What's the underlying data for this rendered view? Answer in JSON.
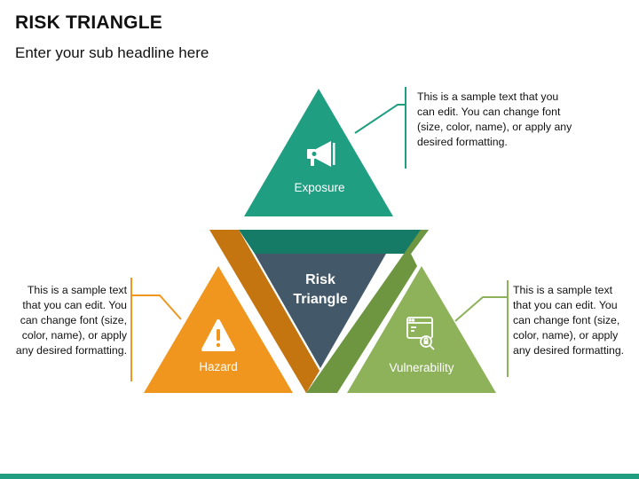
{
  "title": "RISK TRIANGLE",
  "subtitle": "Enter your sub headline here",
  "center": {
    "line1": "Risk",
    "line2": "Triangle"
  },
  "nodes": [
    {
      "label": "Exposure",
      "icon": "megaphone-icon",
      "color": "#1f9e82"
    },
    {
      "label": "Hazard",
      "icon": "warning-icon",
      "color": "#f0961e"
    },
    {
      "label": "Vulnerability",
      "icon": "security-scan-icon",
      "color": "#8db25a"
    }
  ],
  "callouts": {
    "top": "This is a sample text that you can edit. You can change font (size, color, name), or apply any desired formatting.",
    "left": "This is a sample text that you can edit. You can change font (size, color, name), or apply any desired formatting.",
    "right": "This is a sample text that you can edit. You can change font (size, color, name), or apply any desired formatting."
  },
  "colors": {
    "exposure": "#1f9e82",
    "hazard": "#f0961e",
    "vulnerability": "#8db25a",
    "center": "#435868",
    "frame_top": "#157a66",
    "frame_left": "#c57510",
    "frame_right": "#6e9640",
    "bottom_bar": "#1f9e82"
  }
}
